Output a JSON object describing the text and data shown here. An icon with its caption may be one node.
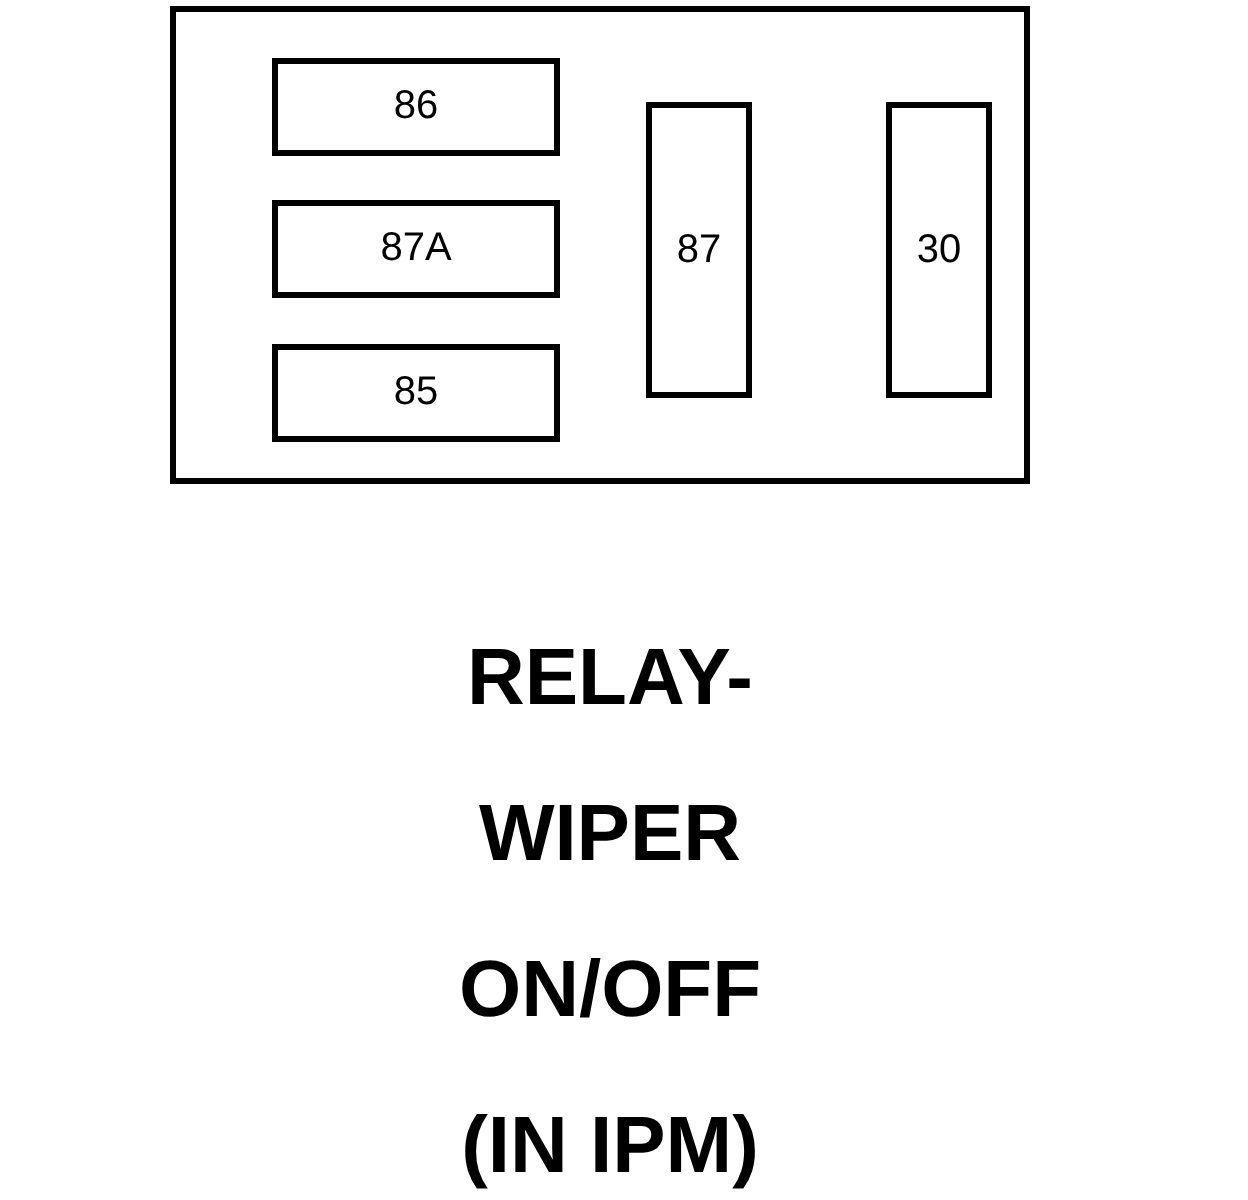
{
  "diagram": {
    "caption": "RELAY- WIPER ON/OFF (IN IPM)",
    "nodes": [
      {
        "text": [],
        "shape": "box"
      },
      {
        "text": [
          "86"
        ],
        "in": 0
      },
      {
        "text": [
          "87A"
        ],
        "in": 0
      },
      {
        "text": [
          "85"
        ],
        "in": 0
      },
      {
        "text": [
          "87"
        ],
        "in": 0
      },
      {
        "text": [
          "30"
        ],
        "in": 0
      }
    ],
    "edges": []
  }
}
